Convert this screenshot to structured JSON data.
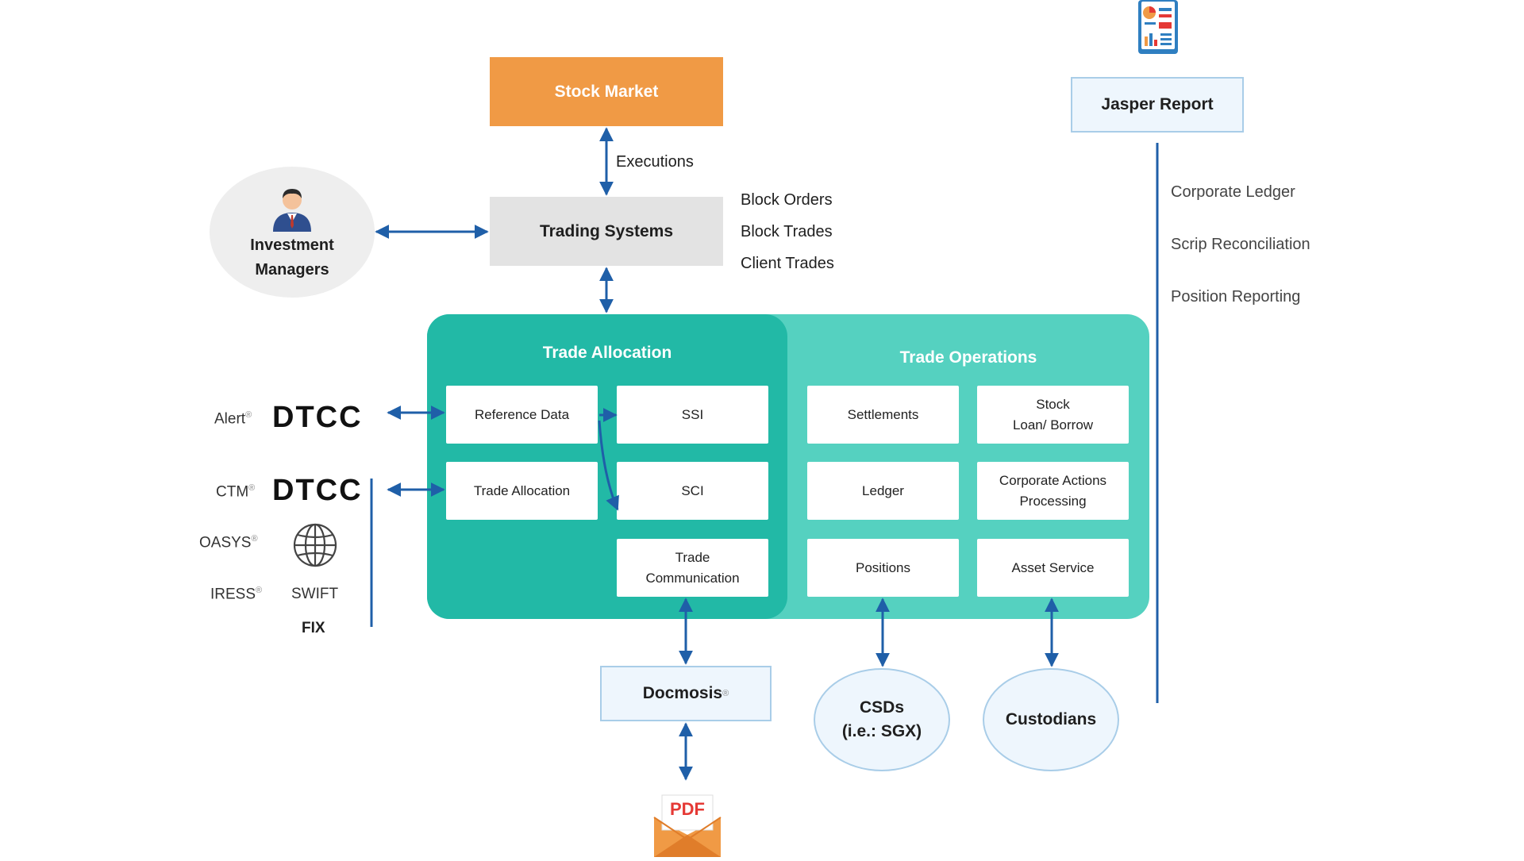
{
  "top": {
    "stock_market": "Stock Market",
    "executions": "Executions",
    "trading_systems": "Trading Systems",
    "order_types": [
      "Block Orders",
      "Block Trades",
      "Client Trades"
    ]
  },
  "investment_managers": {
    "line1": "Investment",
    "line2": "Managers"
  },
  "trade_allocation": {
    "title": "Trade Allocation",
    "boxes": {
      "reference_data": "Reference Data",
      "ssi": "SSI",
      "trade_allocation": "Trade Allocation",
      "sci": "SCI",
      "trade_communication_l1": "Trade",
      "trade_communication_l2": "Communication"
    }
  },
  "trade_operations": {
    "title": "Trade Operations",
    "boxes": {
      "settlements": "Settlements",
      "stock_loan_l1": "Stock",
      "stock_loan_l2": "Loan/ Borrow",
      "ledger": "Ledger",
      "corporate_actions_l1": "Corporate Actions",
      "corporate_actions_l2": "Processing",
      "positions": "Positions",
      "asset_service": "Asset Service"
    }
  },
  "external": {
    "alert": "Alert",
    "ctm": "CTM",
    "dtcc": "DTCC",
    "oasys": "OASYS",
    "iress": "IRESS",
    "swift": "SWIFT",
    "fix": "FIX",
    "registered": "®"
  },
  "outputs": {
    "docmosis": "Docmosis",
    "registered": "®",
    "pdf": "PDF",
    "csds_l1": "CSDs",
    "csds_l2": "(i.e.: SGX)",
    "custodians": "Custodians"
  },
  "jasper": {
    "title": "Jasper Report",
    "items": [
      "Corporate Ledger",
      "Scrip Reconciliation",
      "Position Reporting"
    ]
  },
  "colors": {
    "stock_market": "#f09a45",
    "trade_allocation_panel": "#22b9a6",
    "trade_operations_panel": "#55d1c0",
    "arrow": "#1f5fa8",
    "output_border": "#a9cde8"
  }
}
